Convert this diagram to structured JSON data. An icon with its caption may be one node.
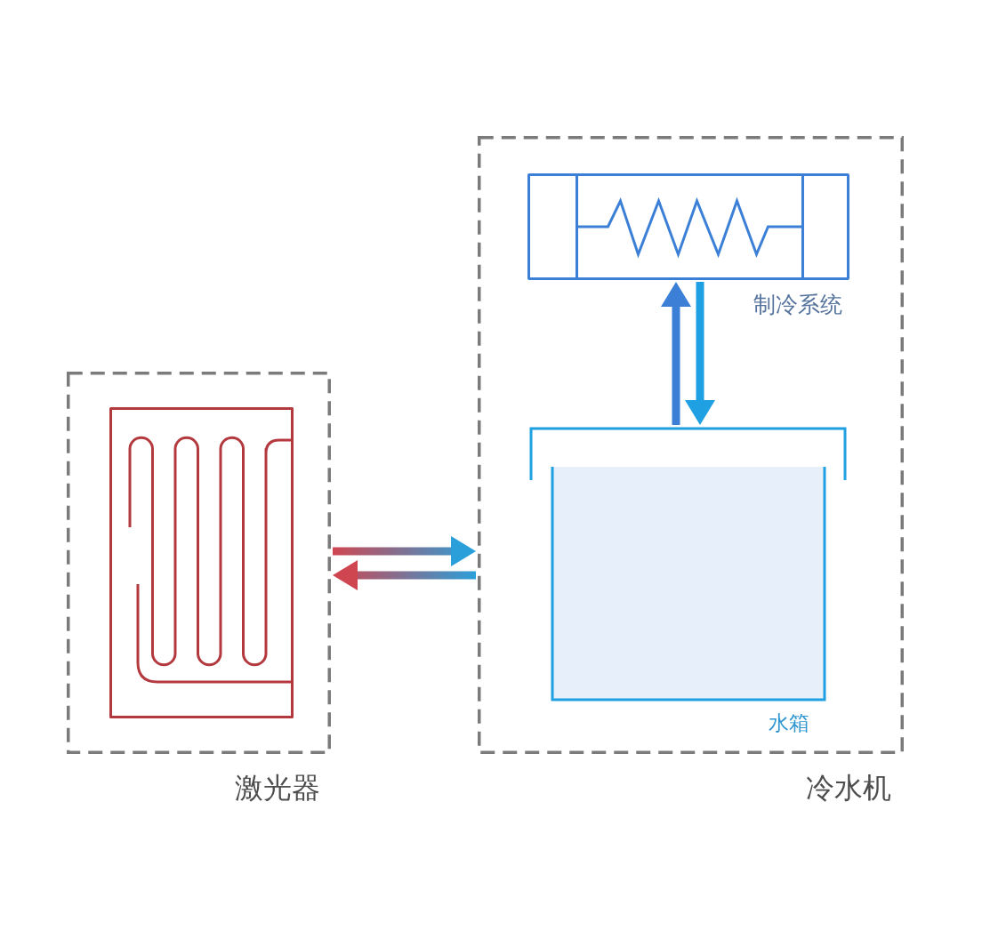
{
  "diagram": {
    "nodes": [
      {
        "text": [
          "激光器"
        ]
      },
      {
        "text": [
          "冷水机"
        ]
      },
      {
        "text": [
          "制冷系统"
        ],
        "in": 1
      },
      {
        "text": [
          "水箱"
        ],
        "in": 1
      }
    ],
    "edges": [
      {
        "from": 0,
        "to": 1,
        "arrow": "to"
      },
      {
        "from": 1,
        "to": 0,
        "arrow": "to"
      },
      {
        "from": 3,
        "to": 2,
        "arrow": "to"
      },
      {
        "from": 2,
        "to": 3,
        "arrow": "to"
      }
    ]
  }
}
